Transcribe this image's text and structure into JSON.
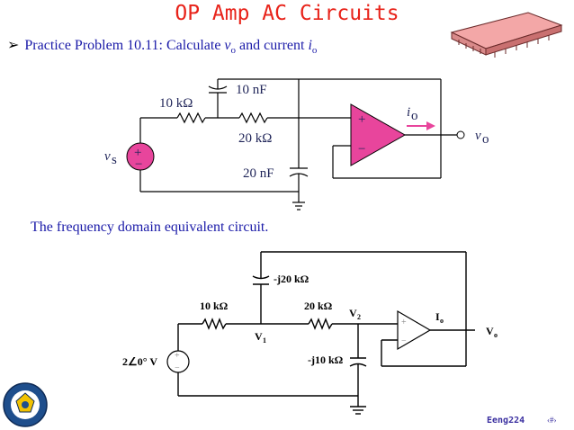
{
  "slide": {
    "title": "OP Amp AC Circuits",
    "bullet_prefix": "Practice Problem 10.11: Calculate ",
    "bullet_vo": "v",
    "bullet_vo_sub": "o",
    "bullet_mid": " and current ",
    "bullet_io": "i",
    "bullet_io_sub": "o",
    "caption": "The frequency domain equivalent circuit.",
    "footer": "Eeng224",
    "page_number": "‹#›"
  },
  "circuit1": {
    "r1": "10 kΩ",
    "r2": "20 kΩ",
    "c1": "10 nF",
    "c2": "20 nF",
    "source": "v",
    "source_sub": "s",
    "out_current": "i",
    "out_current_sub": "o",
    "out_voltage": "v",
    "out_voltage_sub": "o",
    "plus": "+",
    "minus": "−"
  },
  "circuit2": {
    "r1": "10 kΩ",
    "r2": "20 kΩ",
    "c1": "-j20 kΩ",
    "c2": "-j10 kΩ",
    "source": "2∠0° V",
    "node1": "V",
    "node1_sub": "1",
    "node2": "V",
    "node2_sub": "2",
    "out_current": "I",
    "out_current_sub": "o",
    "out_voltage": "V",
    "out_voltage_sub": "o",
    "plus": "+",
    "minus": "−"
  },
  "colors": {
    "title": "#e8231a",
    "text": "#1a1aa8",
    "opamp": "#e8459c",
    "chip": "#f3a7a7"
  }
}
